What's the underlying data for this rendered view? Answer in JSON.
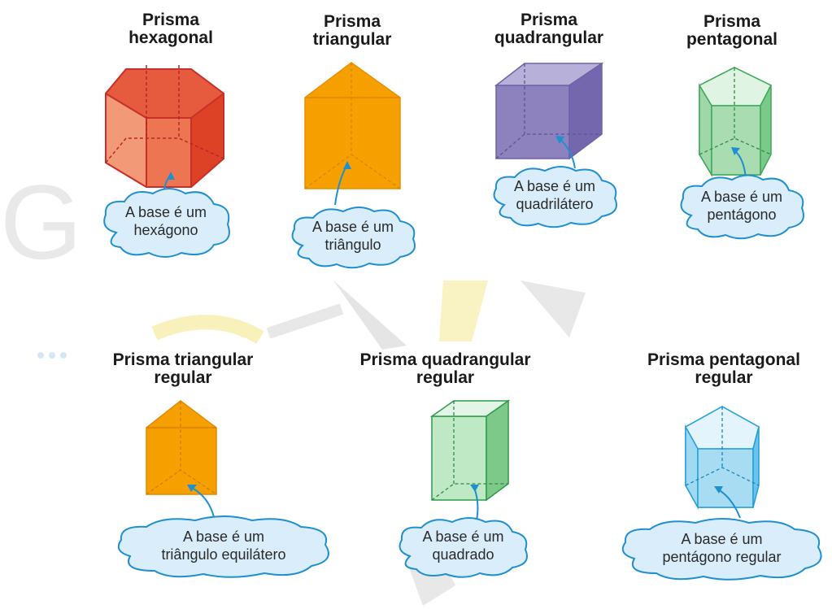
{
  "top_row": [
    {
      "title_line1": "Prisma",
      "title_line2": "hexagonal",
      "cloud_line1": "A base é um",
      "cloud_line2": "hexágono"
    },
    {
      "title_line1": "Prisma",
      "title_line2": "triangular",
      "cloud_line1": "A base é um",
      "cloud_line2": "triângulo"
    },
    {
      "title_line1": "Prisma",
      "title_line2": "quadrangular",
      "cloud_line1": "A base é um",
      "cloud_line2": "quadrilátero"
    },
    {
      "title_line1": "Prisma",
      "title_line2": "pentagonal",
      "cloud_line1": "A base é um",
      "cloud_line2": "pentágono"
    }
  ],
  "bottom_row": [
    {
      "title_line1": "Prisma triangular",
      "title_line2": "regular",
      "cloud_line1": "A base é um",
      "cloud_line2": "triângulo equilátero"
    },
    {
      "title_line1": "Prisma quadrangular",
      "title_line2": "regular",
      "cloud_line1": "A base é um",
      "cloud_line2": "quadrado"
    },
    {
      "title_line1": "Prisma pentagonal",
      "title_line2": "regular",
      "cloud_line1": "A base é um",
      "cloud_line2": "pentágono regular"
    }
  ],
  "colors": {
    "hexagonal": "#e8553a",
    "triangular": "#f5a000",
    "quadrangular": "#8d82bd",
    "pentagonal": "#7cc98a",
    "quadrangular_regular": "#8fd29a",
    "pentagonal_regular": "#8fd3f0",
    "cloud_fill": "#d9eefa",
    "cloud_stroke": "#1f8fd0",
    "arrow": "#1f8fd0"
  }
}
